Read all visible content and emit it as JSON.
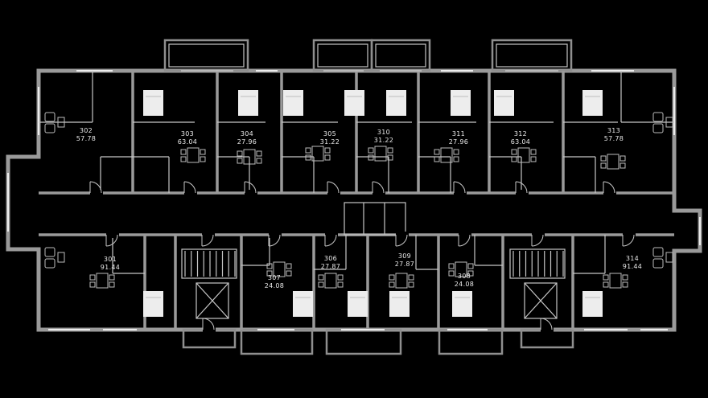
{
  "meta": {
    "type": "apartment-floor-plan"
  },
  "colors": {
    "background": "#000000",
    "outer_wall": "#9a9a9a",
    "balcony": "#8f8f8f",
    "partition": "#c6c6c6",
    "furniture": "#bdbdbd",
    "bed_fill": "#ededed",
    "window": "#ececec",
    "label_text": "#e8e8e8"
  },
  "apartments": [
    {
      "number": "301",
      "area": "91.44"
    },
    {
      "number": "302",
      "area": "57.78"
    },
    {
      "number": "303",
      "area": "63.04"
    },
    {
      "number": "304",
      "area": "27.96"
    },
    {
      "number": "305",
      "area": "31.22"
    },
    {
      "number": "306",
      "area": "27.87"
    },
    {
      "number": "307",
      "area": "24.08"
    },
    {
      "number": "308",
      "area": "24.08"
    },
    {
      "number": "309",
      "area": "27.87"
    },
    {
      "number": "310",
      "area": "31.22"
    },
    {
      "number": "311",
      "area": "27.96"
    },
    {
      "number": "312",
      "area": "63.04"
    },
    {
      "number": "313",
      "area": "57.78"
    },
    {
      "number": "314",
      "area": "91.44"
    }
  ]
}
